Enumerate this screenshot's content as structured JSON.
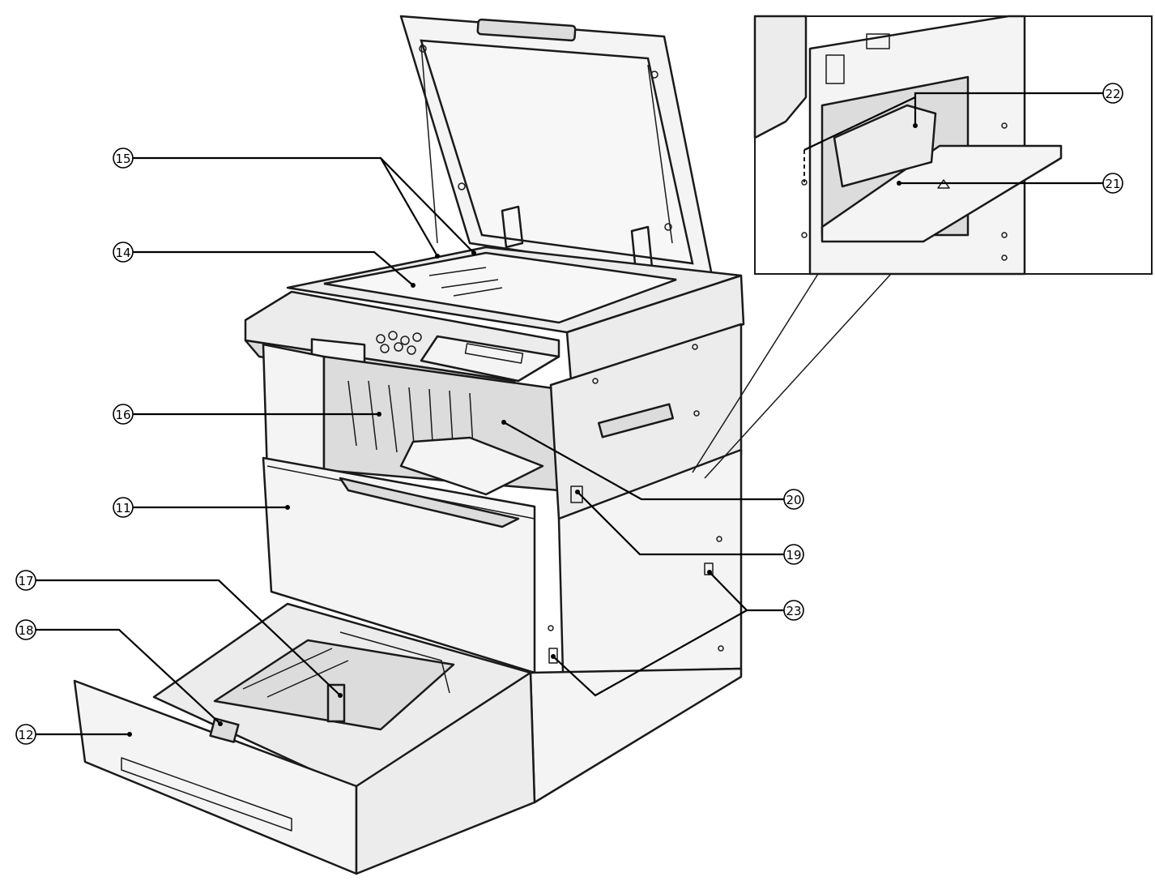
{
  "callouts": [
    {
      "id": "11",
      "label": "⑪"
    },
    {
      "id": "12",
      "label": "⑫"
    },
    {
      "id": "14",
      "label": "⑭"
    },
    {
      "id": "15",
      "label": "⑮"
    },
    {
      "id": "16",
      "label": "⑯"
    },
    {
      "id": "17",
      "label": "⑰"
    },
    {
      "id": "18",
      "label": "⑱"
    },
    {
      "id": "19",
      "label": "⑲"
    },
    {
      "id": "20",
      "label": "⑳"
    },
    {
      "id": "21",
      "label": "㉑"
    },
    {
      "id": "22",
      "label": "㉒"
    },
    {
      "id": "23",
      "label": "㉓"
    }
  ]
}
